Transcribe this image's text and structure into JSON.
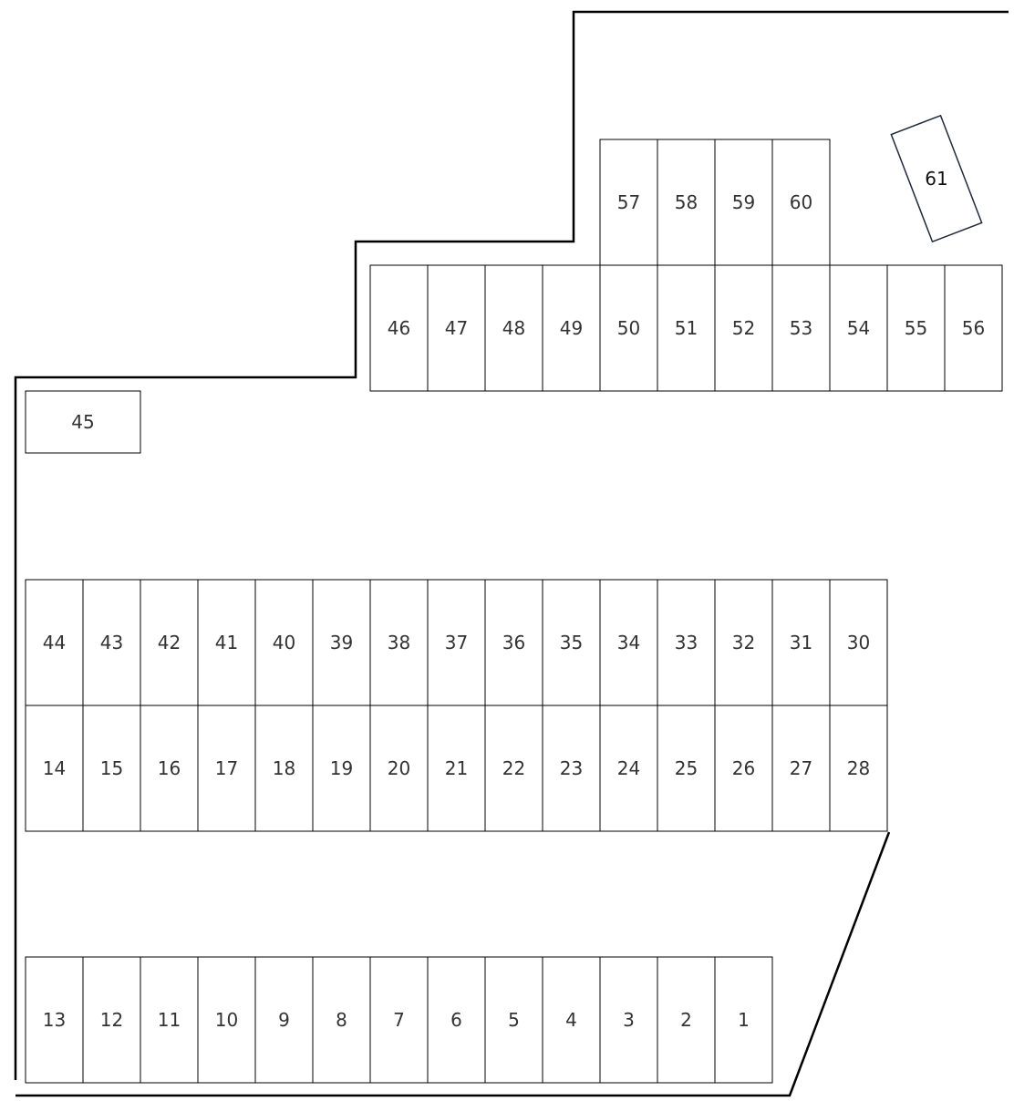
{
  "lot": {
    "row_bottom": [
      "13",
      "12",
      "11",
      "10",
      "9",
      "8",
      "7",
      "6",
      "5",
      "4",
      "3",
      "2",
      "1"
    ],
    "row_middle_lower": [
      "14",
      "15",
      "16",
      "17",
      "18",
      "19",
      "20",
      "21",
      "22",
      "23",
      "24",
      "25",
      "26",
      "27",
      "28"
    ],
    "row_middle_upper": [
      "44",
      "43",
      "42",
      "41",
      "40",
      "39",
      "38",
      "37",
      "36",
      "35",
      "34",
      "33",
      "32",
      "31",
      "30"
    ],
    "single_left": "45",
    "row_upper": [
      "46",
      "47",
      "48",
      "49",
      "50",
      "51",
      "52",
      "53",
      "54",
      "55",
      "56"
    ],
    "row_top": [
      "57",
      "58",
      "59",
      "60"
    ],
    "rotated_stall": "61"
  },
  "colors": {
    "line": "#000000",
    "label": "#333333",
    "rotated_border": "#1f2a3a"
  }
}
